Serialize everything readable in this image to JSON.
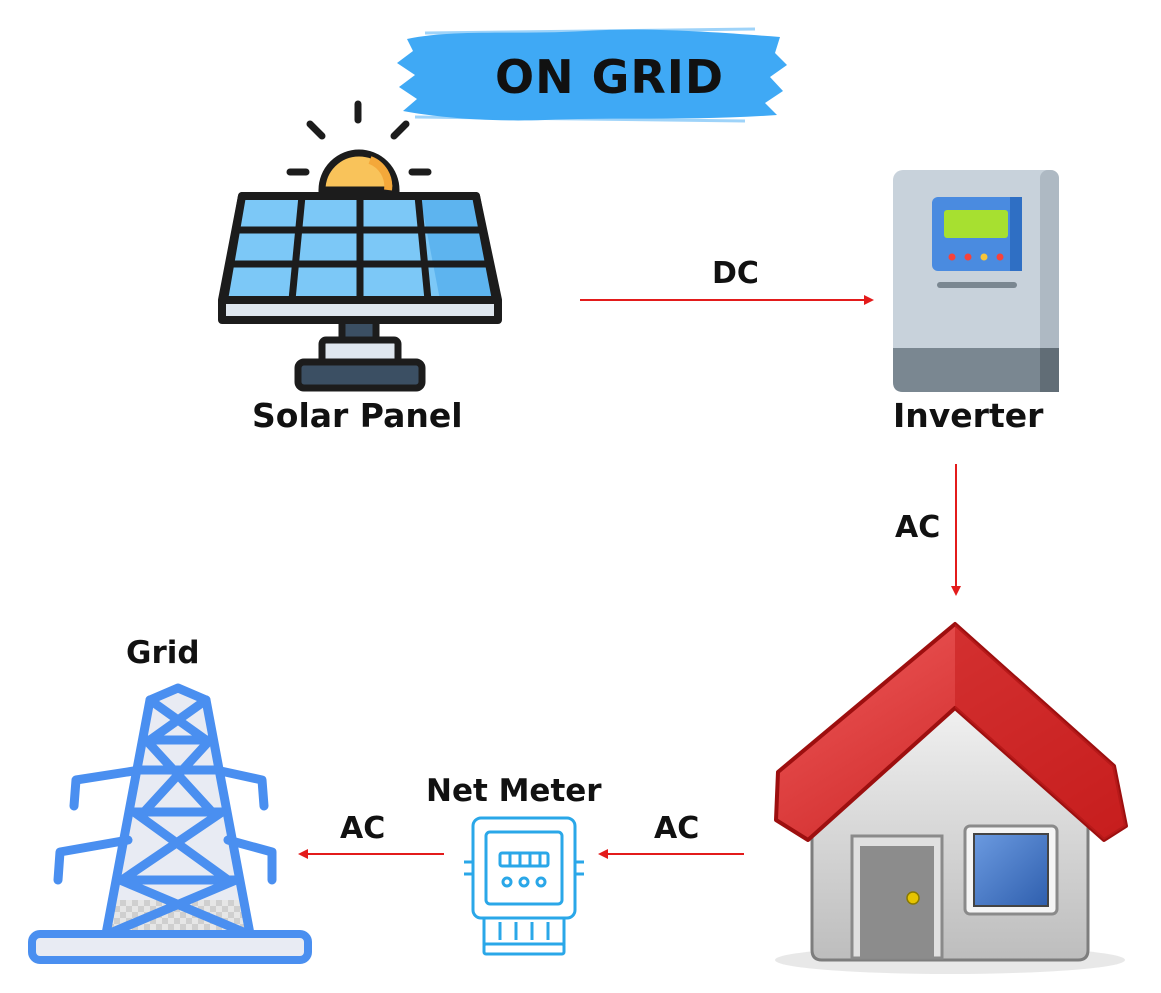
{
  "title": "ON GRID",
  "nodes": {
    "solar_panel": {
      "label": "Solar Panel",
      "icon": "solar-panel-icon"
    },
    "inverter": {
      "label": "Inverter",
      "icon": "inverter-icon"
    },
    "house": {
      "label": "",
      "icon": "house-icon"
    },
    "net_meter": {
      "label": "Net Meter",
      "icon": "electric-meter-icon"
    },
    "grid": {
      "label": "Grid",
      "icon": "transmission-tower-icon"
    }
  },
  "edges": [
    {
      "from": "solar_panel",
      "to": "inverter",
      "label": "DC"
    },
    {
      "from": "inverter",
      "to": "house",
      "label": "AC"
    },
    {
      "from": "house",
      "to": "net_meter",
      "label": "AC"
    },
    {
      "from": "net_meter",
      "to": "grid",
      "label": "AC"
    }
  ],
  "colors": {
    "arrow": "#e31b1b",
    "title_brush": "#3fa9f5",
    "roof": "#d42a2a",
    "tower": "#4a8ff0",
    "meter": "#2aa7e8",
    "panel_cell": "#7cc8f7",
    "sun": "#f9c35a"
  }
}
